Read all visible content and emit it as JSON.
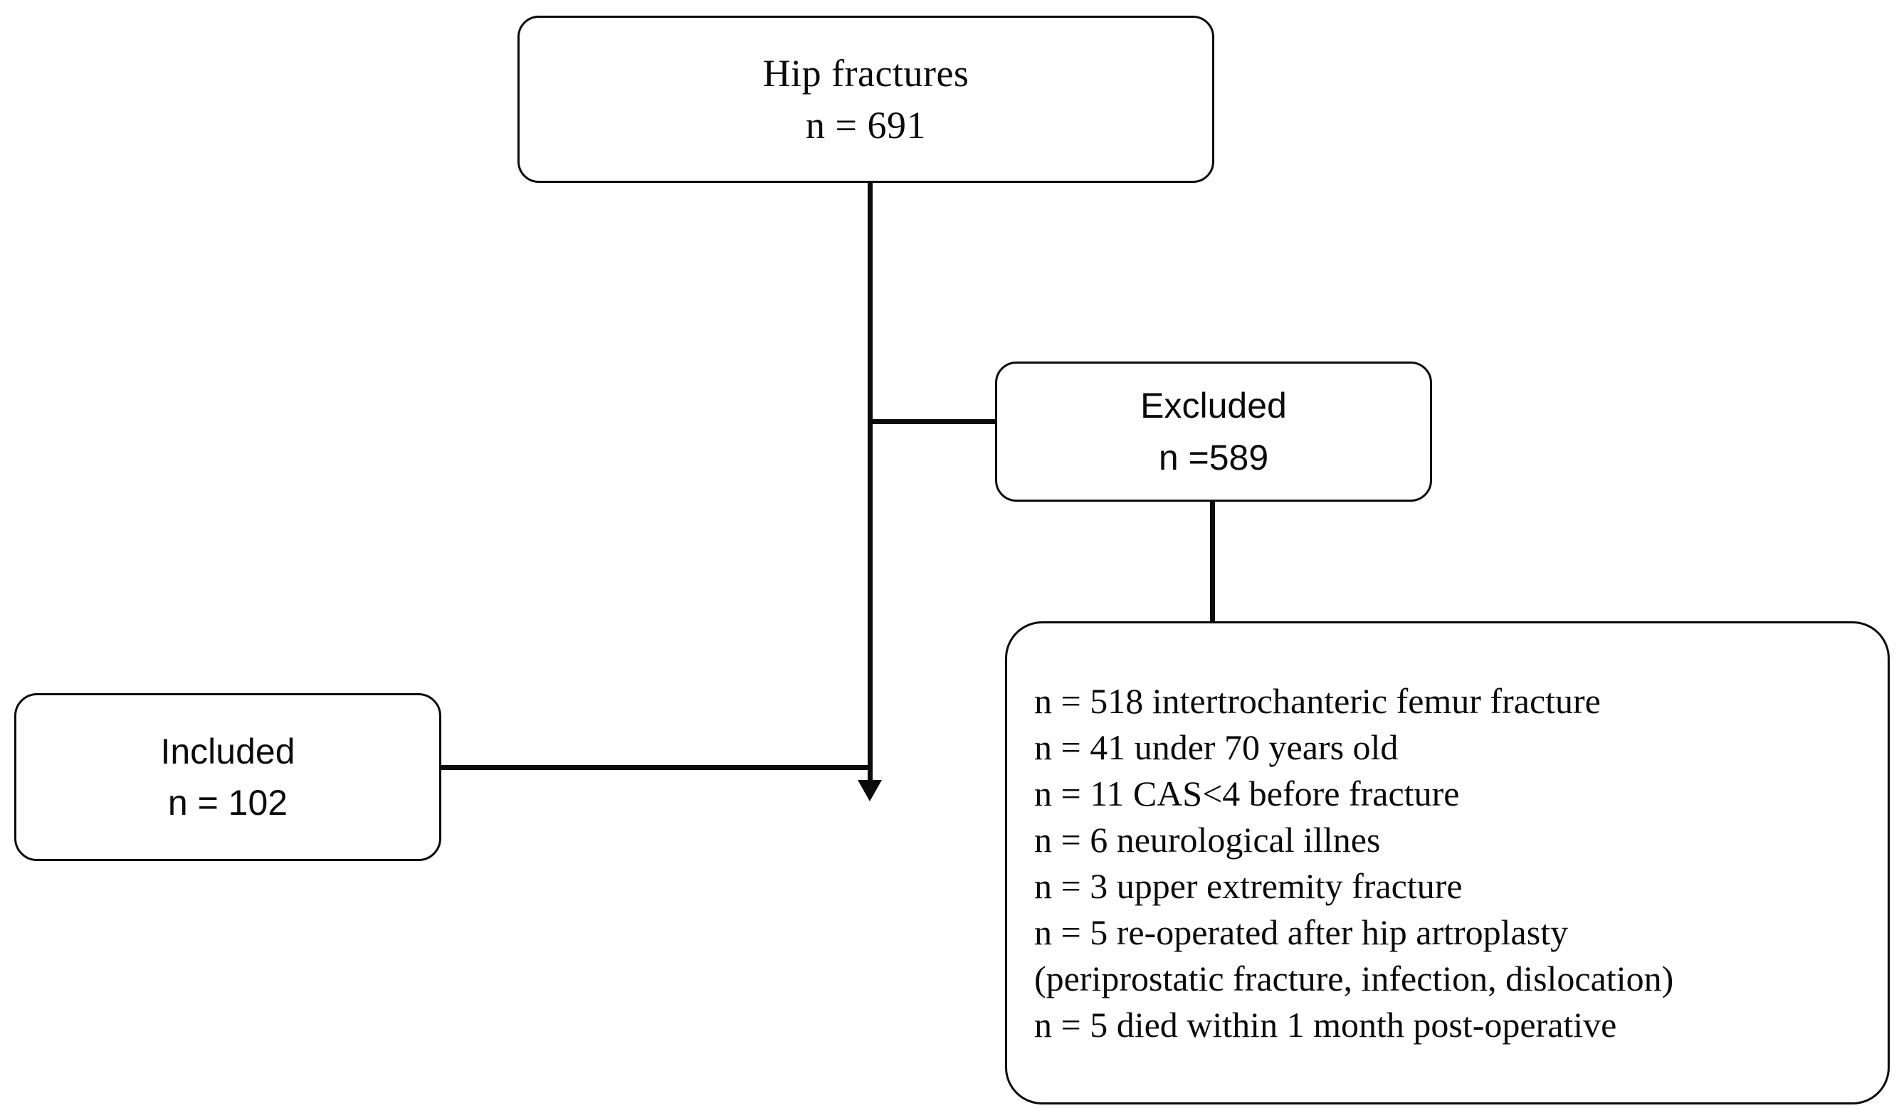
{
  "figure": {
    "type": "flowchart",
    "description": "Patient selection flow diagram for hip fracture study",
    "line_color": "#0b0b0b",
    "background_color": "#ffffff"
  },
  "nodes": {
    "hip_fractures": {
      "label": "Hip fractures",
      "count_line": "n = 691",
      "count": 691
    },
    "excluded": {
      "label": "Excluded",
      "count_line": "n =589",
      "count": 589
    },
    "included": {
      "label": "Included",
      "count_line": "n = 102",
      "count": 102
    },
    "exclusion_reasons": {
      "lines": [
        "n = 518 intertrochanteric femur fracture",
        "n = 41 under 70 years old",
        "n = 11 CAS<4 before fracture",
        "n = 6 neurological illnes",
        "n = 3 upper extremity fracture",
        "n = 5 re-operated after hip artroplasty",
        "(periprostatic fracture, infection, dislocation)",
        "n = 5 died within 1 month post-operative"
      ]
    }
  },
  "connectors": {
    "trunk_main": "hip-fractures-to-included-arrow",
    "branch_excluded": "trunk-to-excluded",
    "trunk_reasons": "excluded-to-reasons",
    "branch_included": "included-to-trunk"
  }
}
